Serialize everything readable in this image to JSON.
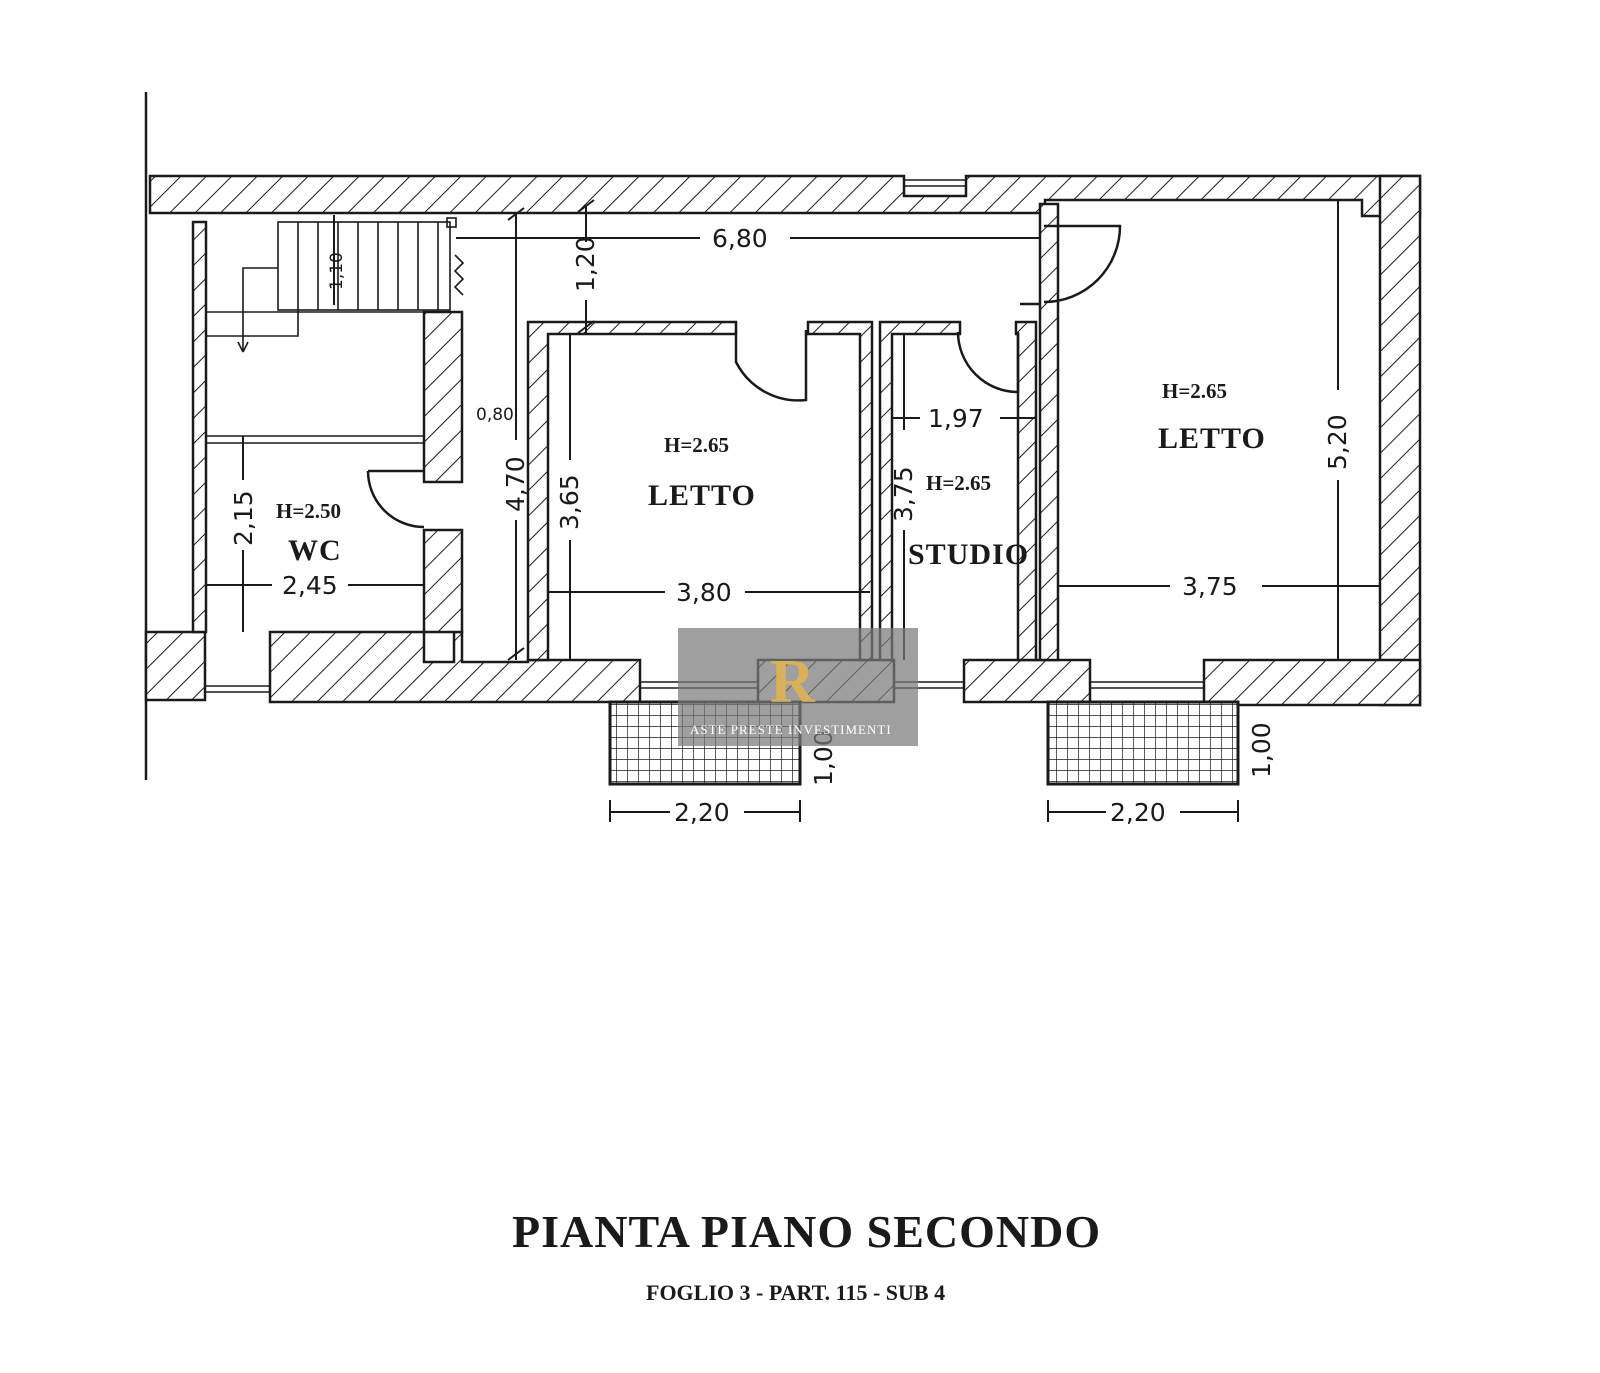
{
  "rooms": {
    "wc": {
      "height": "H=2.50",
      "name": "WC"
    },
    "letto1": {
      "height": "H=2.65",
      "name": "LETTO"
    },
    "studio": {
      "height": "H=2.65",
      "name": "STUDIO"
    },
    "letto2": {
      "height": "H=2.65",
      "name": "LETTO"
    }
  },
  "dimensions": {
    "corridor_length": "6,80",
    "corridor_width": "1,20",
    "stair_width": "1,10",
    "wc_width": "2,45",
    "wc_depth": "2,15",
    "passage": "0,80",
    "corridor_depth": "4,70",
    "letto1_depth": "3,65",
    "letto1_width": "3,80",
    "studio_width": "1,97",
    "studio_depth": "3,75",
    "letto2_width": "3,75",
    "letto2_depth": "5,20",
    "balcony1_width": "2,20",
    "balcony1_depth": "1,00",
    "balcony2_width": "2,20",
    "balcony2_depth": "1,00"
  },
  "title": "PIANTA PIANO SECONDO",
  "subtitle": "FOGLIO 3 - PART. 115 - SUB 4",
  "watermark": {
    "logo": "R",
    "text": "ASTE PRESTE INVESTIMENTI"
  },
  "colors": {
    "ink": "#1a1a1a",
    "watermark_bg": "#7a7a7a",
    "watermark_gold": "#d8b15a"
  }
}
